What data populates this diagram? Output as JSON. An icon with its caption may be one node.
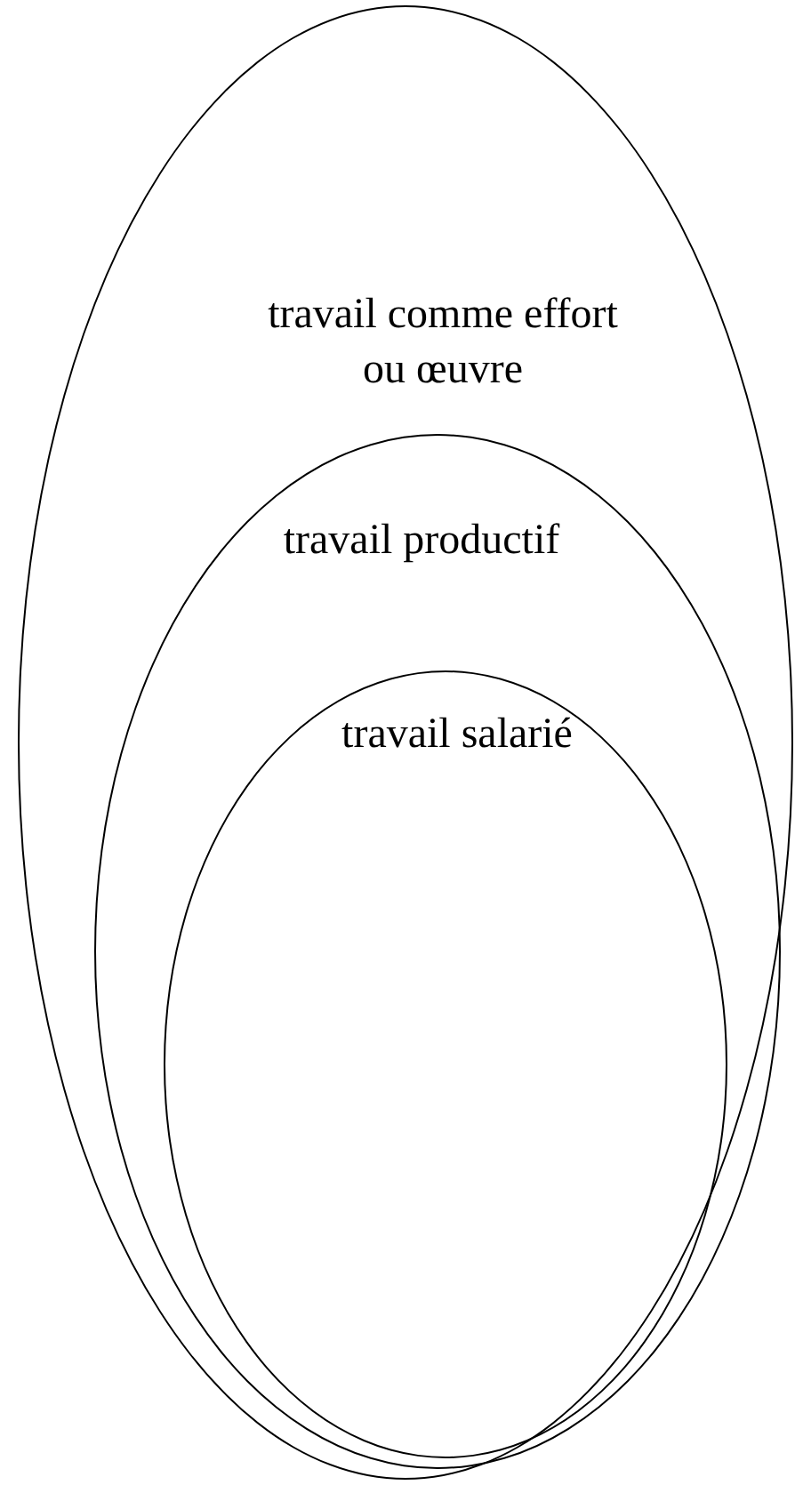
{
  "diagram": {
    "nodes": [
      {
        "text": [
          "travail comme effort ou œuvre"
        ]
      },
      {
        "text": [
          "travail productif"
        ],
        "in": 0
      },
      {
        "text": [
          "travail salarié"
        ],
        "in": 1
      }
    ]
  }
}
